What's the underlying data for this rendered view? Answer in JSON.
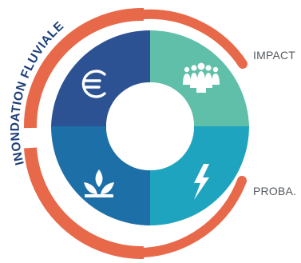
{
  "diagram": {
    "title": "INONDATION FLUVIALE",
    "labels": {
      "impact": "IMPACT",
      "proba": "PROBA."
    },
    "quadrants": [
      {
        "icon": "euro-icon",
        "color": "#2d5294"
      },
      {
        "icon": "people-icon",
        "color": "#5fbfa8"
      },
      {
        "icon": "leaf-icon",
        "color": "#1d6fa8"
      },
      {
        "icon": "lightning-icon",
        "color": "#1fa4bf"
      }
    ],
    "colors": {
      "ring": "#e8694a",
      "title_text": "#1e3f7a",
      "label_text": "#555a5f",
      "icon": "#ffffff"
    }
  }
}
